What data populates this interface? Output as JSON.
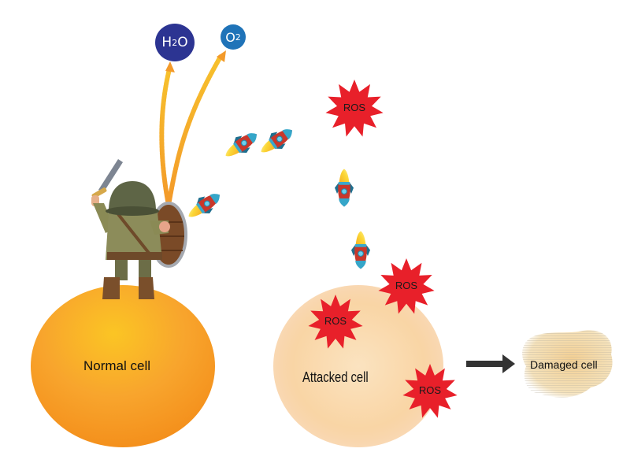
{
  "molecules": [
    {
      "id": "water",
      "label_main": "H",
      "label_sub": "2",
      "label_tail": "O",
      "color": "#2c3492"
    },
    {
      "id": "oxygen",
      "label_main": "O",
      "label_sub": "2",
      "label_tail": "",
      "color": "#1f73b8"
    }
  ],
  "cells": {
    "normal": {
      "label": "Normal cell",
      "color": "#f7a42a"
    },
    "attacked": {
      "label": "Attacked cell",
      "color": "#f9d6a8"
    },
    "damaged": {
      "label": "Damaged cell",
      "color": "#f2d7a0"
    }
  },
  "ros": {
    "label": "ROS",
    "color": "#e8202a",
    "count": 4
  },
  "rockets": {
    "count": 5
  },
  "arrow_color": "#333333",
  "soldier": {
    "description": "soldier with sword and shield defending normal cell"
  }
}
